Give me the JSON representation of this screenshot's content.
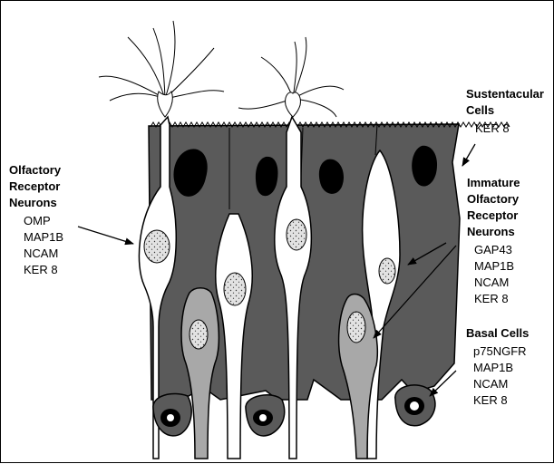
{
  "labels": {
    "olfactory_receptor_neurons": {
      "title_lines": [
        "Olfactory",
        "Receptor",
        "Neurons"
      ],
      "markers": [
        "OMP",
        "MAP1B",
        "NCAM",
        "KER 8"
      ]
    },
    "sustentacular_cells": {
      "title_lines": [
        "Sustentacular",
        "Cells"
      ],
      "markers": [
        "KER 8"
      ]
    },
    "immature_olfactory_receptor_neurons": {
      "title_lines": [
        "Immature",
        "Olfactory",
        "Receptor",
        "Neurons"
      ],
      "markers": [
        "GAP43",
        "MAP1B",
        "NCAM",
        "KER 8"
      ]
    },
    "basal_cells": {
      "title_lines": [
        "Basal Cells"
      ],
      "markers": [
        "p75NGFR",
        "MAP1B",
        "NCAM",
        "KER 8"
      ]
    }
  },
  "colors": {
    "sustentacular_fill": "#5a5a5a",
    "nucleus_dark": "#000000",
    "immature_neuron_fill": "#a8a8a8",
    "nucleus_light": "#e2e2e2",
    "neuron_fill": "#ffffff",
    "outline": "#000000"
  }
}
